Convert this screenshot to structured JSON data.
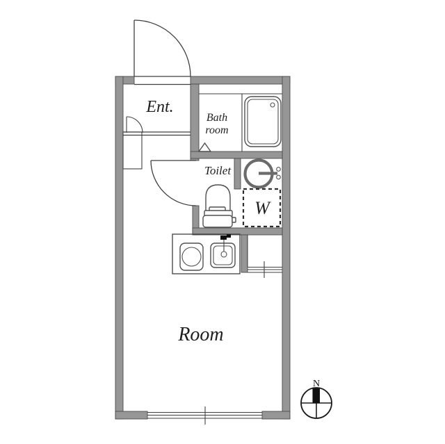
{
  "floorplan": {
    "labels": {
      "entrance": "Ent.",
      "bathroom_line1": "Bath",
      "bathroom_line2": "room",
      "toilet": "Toilet",
      "washing_machine": "W",
      "room": "Room"
    },
    "compass": {
      "north": "N"
    },
    "colors": {
      "wall": "#969696",
      "line": "#3f3f3f",
      "fixture": "#4f4f4f",
      "text": "#1f1f1f",
      "background": "#ffffff"
    },
    "fixtures": [
      "entrance-door",
      "shoe-cabinet-door",
      "entrance-step",
      "toilet-door",
      "bath-door-mark",
      "bathtub",
      "washbasin",
      "toilet-bowl",
      "washing-machine-space",
      "stove-burner",
      "kitchen-sink",
      "side-window",
      "bottom-window",
      "compass-north"
    ]
  }
}
